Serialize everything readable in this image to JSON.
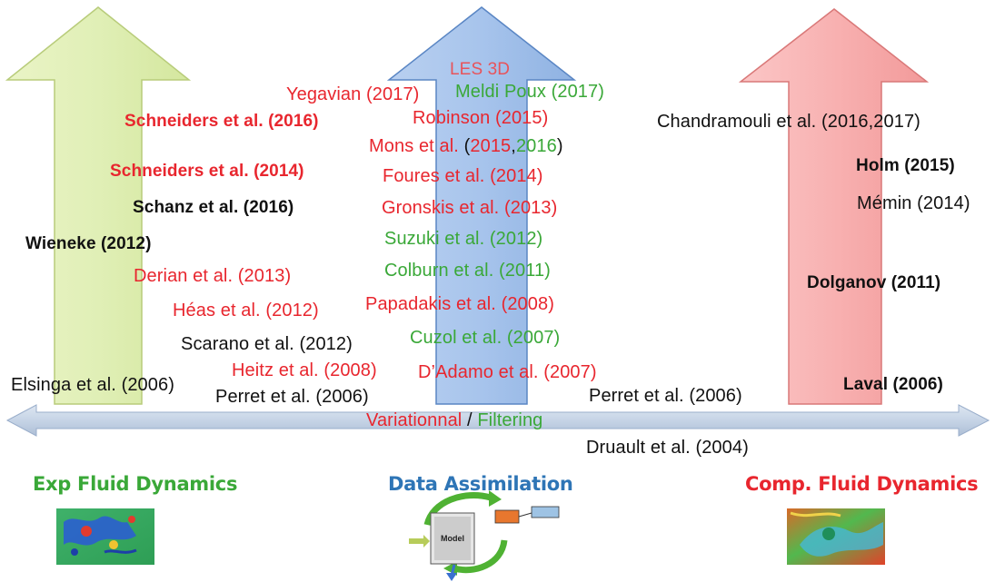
{
  "colors": {
    "red": "#e8262e",
    "green": "#3aa838",
    "black": "#111111",
    "blue_heading": "#2e75b6",
    "left_arrow_fill": "#ddeeb2",
    "center_arrow_fill": "#9dbde8",
    "right_arrow_fill": "#f7aaaa",
    "axis_fill": "#c5d3e4"
  },
  "center_arrow_label": "LES 3D",
  "axis": {
    "label_variational": "Variationnal",
    "separator": "/",
    "label_filtering": "Filtering"
  },
  "left_column": [
    {
      "text": "Schneiders et al. (2016)",
      "color": "red"
    },
    {
      "text": "Schneiders et al. (2014)",
      "color": "red"
    },
    {
      "text": "Schanz et al. (2016)",
      "color": "black"
    },
    {
      "text": "Wieneke (2012)",
      "color": "black"
    },
    {
      "text": "Derian et al. (2013)",
      "color": "red"
    },
    {
      "text": "Héas et al. (2012)",
      "color": "red"
    },
    {
      "text": "Scarano et al. (2012)",
      "color": "black"
    },
    {
      "text": "Heitz et al. (2008)",
      "color": "red"
    },
    {
      "text": "Elsinga et al. (2006)",
      "color": "black"
    },
    {
      "text": "Perret et al. (2006)",
      "color": "black"
    }
  ],
  "center_column": [
    {
      "text": "Yegavian (2017)",
      "color": "red"
    },
    {
      "text": "Meldi Poux (2017)",
      "color": "green"
    },
    {
      "text": "Robinson (2015)",
      "color": "red"
    },
    {
      "text": "Mons et al.",
      "color": "red"
    },
    {
      "text": "(",
      "color": "black"
    },
    {
      "text": "2015",
      "color": "red"
    },
    {
      "text": ",",
      "color": "black"
    },
    {
      "text": "2016",
      "color": "green"
    },
    {
      "text": ")",
      "color": "black"
    },
    {
      "text": "Foures et al. (2014)",
      "color": "red"
    },
    {
      "text": "Gronskis et al. (2013)",
      "color": "red"
    },
    {
      "text": "Suzuki et al. (2012)",
      "color": "green"
    },
    {
      "text": "Colburn et al. (2011)",
      "color": "green"
    },
    {
      "text": "Papadakis et al. (2008)",
      "color": "red"
    },
    {
      "text": "Cuzol et al. (2007)",
      "color": "green"
    },
    {
      "text": "D’Adamo et al. (2007)",
      "color": "red"
    }
  ],
  "right_column": [
    {
      "text": "Chandramouli et al. (2016,2017)",
      "color": "black"
    },
    {
      "text": "Holm (2015)",
      "color": "black"
    },
    {
      "text": "Mémin (2014)",
      "color": "black"
    },
    {
      "text": "Dolganov (2011)",
      "color": "black"
    },
    {
      "text": "Laval (2006)",
      "color": "black"
    },
    {
      "text": "Perret et al. (2006)",
      "color": "black"
    },
    {
      "text": "Druault et al. (2004)",
      "color": "black"
    }
  ],
  "headings": {
    "exp": "Exp Fluid Dynamics",
    "da": "Data Assimilation",
    "cfd": "Comp. Fluid Dynamics"
  },
  "thumbnails": {
    "exp": "experimental-flow-field-image",
    "da": "data-assimilation-loop-diagram",
    "cfd": "cfd-simulation-flow-image"
  },
  "da_diagram": {
    "model_label": "Model"
  }
}
